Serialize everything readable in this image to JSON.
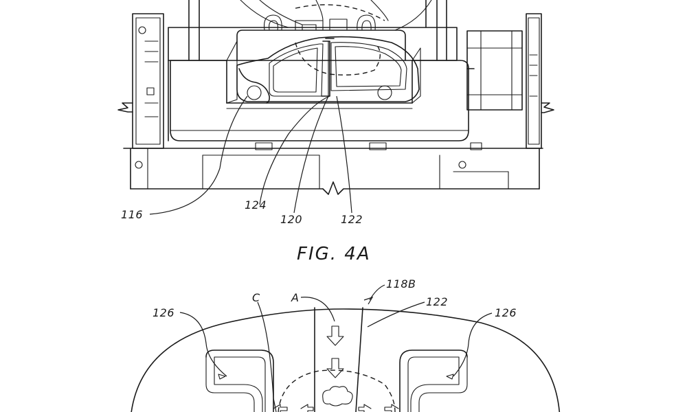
{
  "figure_4a": {
    "caption": "FIG. 4A",
    "labels": {
      "ref_116": "116",
      "ref_124": "124",
      "ref_120": "120",
      "ref_122": "122"
    }
  },
  "figure_4b": {
    "labels": {
      "ref_118b": "118B",
      "ref_122": "122",
      "ref_126_left": "126",
      "ref_126_right": "126",
      "ref_a": "A",
      "ref_c": "C"
    }
  },
  "colors": {
    "line": "#1a1a1a",
    "background": "#ffffff"
  }
}
